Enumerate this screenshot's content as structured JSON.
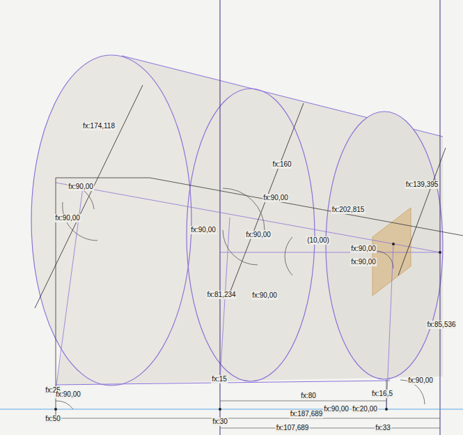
{
  "diagram": {
    "labels": [
      "fx:174,118",
      "fx:160",
      "fx:139,395",
      "fx:90,00",
      "fx:90,00",
      "fx:90,00",
      "fx:202,815",
      "fx:90,00",
      "fx:90,00",
      "(10,00)",
      "fx:90,00",
      "fx:90,00",
      "fx:81,234",
      "fx:90,00",
      "fx:85,536",
      "fx:15",
      "fx:25",
      "fx:90,00",
      "fx:16,5",
      "fx:80",
      "fx:90,00",
      "fx:90,00",
      "fx:20,00",
      "fx:187,689",
      "fx:50",
      "fx:30",
      "fx:107,689",
      "fx:33"
    ]
  }
}
